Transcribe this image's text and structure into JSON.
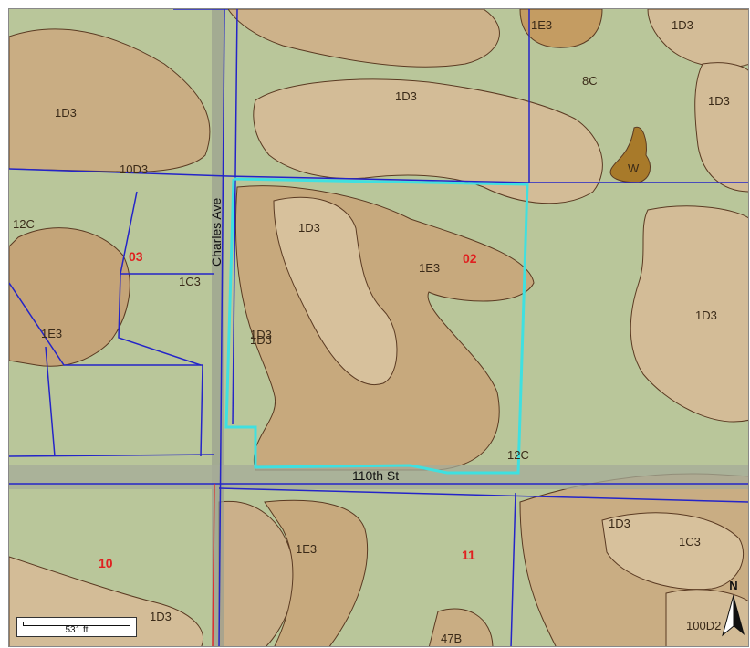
{
  "map": {
    "road_labels": {
      "charles_ave": "Charles Ave",
      "st_110th": "110th St"
    },
    "parcel_labels": [
      "03",
      "02",
      "10",
      "11"
    ],
    "soil_labels": [
      "1E3",
      "1D3",
      "1D3",
      "1D3",
      "8C",
      "1D3",
      "10D3",
      "W",
      "12C",
      "1D3",
      "1E3",
      "1C3",
      "1D3",
      "1E3",
      "1D3",
      "1D3",
      "12C",
      "1E3",
      "1D3",
      "1C3",
      "1D3",
      "47B",
      "100D2"
    ],
    "scale_label": "531 ft",
    "north_label": "N",
    "colors": {
      "green_field": "#b9c69a",
      "brown_soil": "#c7a97d",
      "boundary_line": "#5a3a22",
      "parcel_line": "#2424c8",
      "subject_outline": "#3fe0e0",
      "section_line": "#e03030",
      "parcel_label": "#e02020",
      "wetland": "#a87a2a"
    }
  }
}
